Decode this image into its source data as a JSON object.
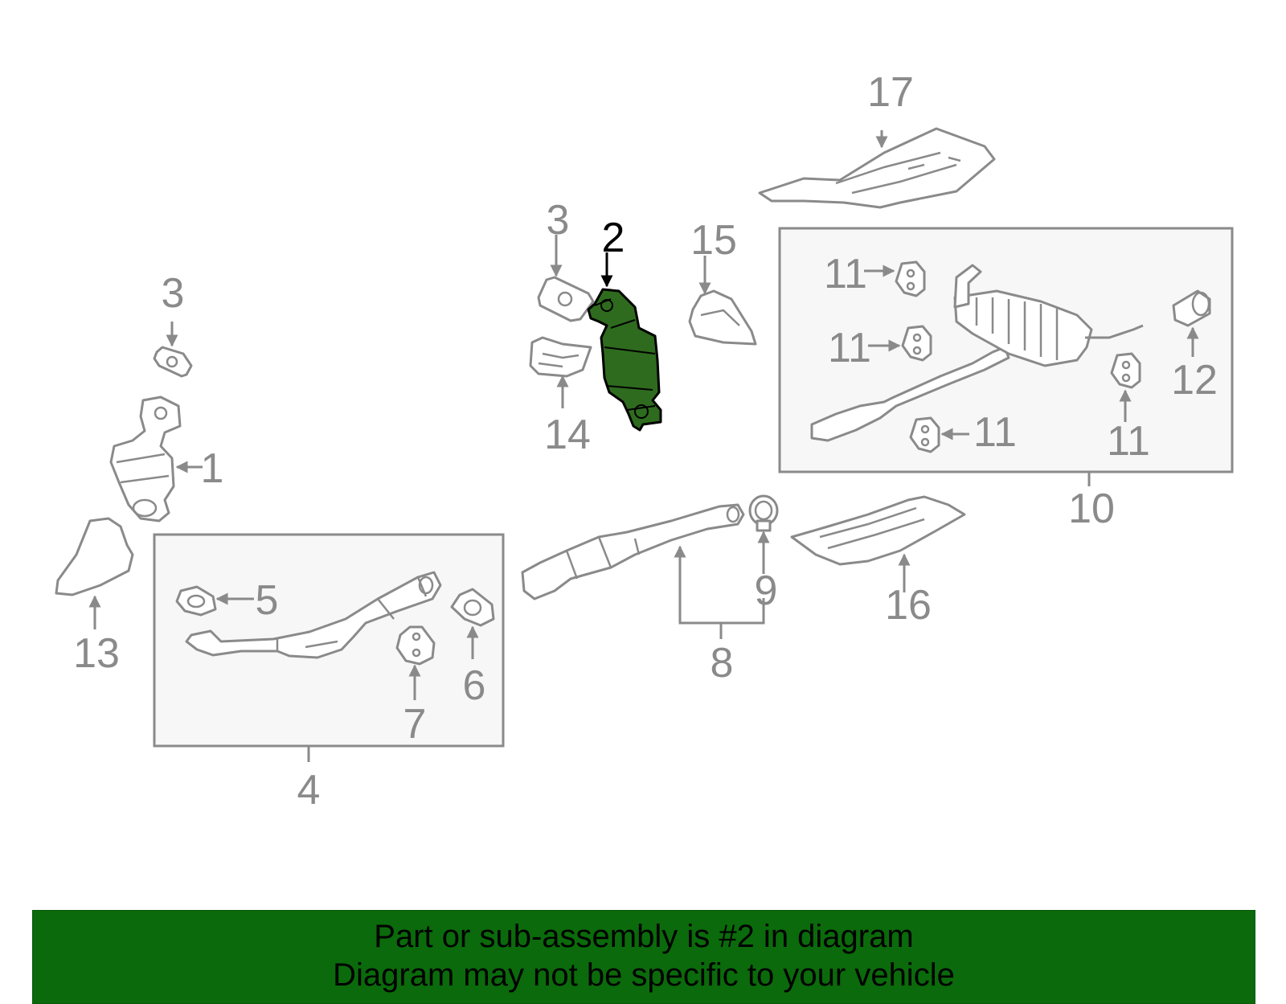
{
  "diagram": {
    "callouts": {
      "c1": "1",
      "c2": "2",
      "c3a": "3",
      "c3b": "3",
      "c4": "4",
      "c5": "5",
      "c6": "6",
      "c7": "7",
      "c8": "8",
      "c9": "9",
      "c10": "10",
      "c11a": "11",
      "c11b": "11",
      "c11c": "11",
      "c11d": "11",
      "c12": "12",
      "c13": "13",
      "c14": "14",
      "c15": "15",
      "c16": "16",
      "c17": "17"
    },
    "highlight_color": "#2e6b1e"
  },
  "banner": {
    "line1": "Part or sub-assembly is #2 in diagram",
    "line2": "Diagram may not be specific to your vehicle",
    "background": "#0b6a0b"
  }
}
